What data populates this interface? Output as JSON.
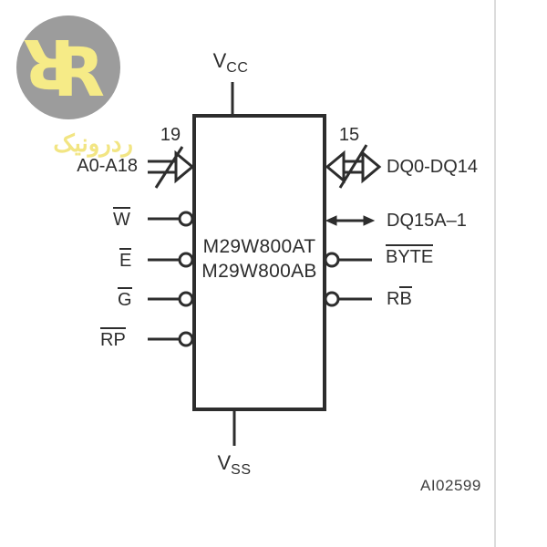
{
  "watermark": {
    "monogram_left": "R",
    "monogram_right": "R",
    "brand_text": "ردرونیک"
  },
  "diagram": {
    "chip": {
      "title_line1": "M29W800AT",
      "title_line2": "M29W800AB"
    },
    "power_top": {
      "letter": "V",
      "sub": "CC"
    },
    "power_bottom": {
      "letter": "V",
      "sub": "SS"
    },
    "left_pins": {
      "bus_count": "19",
      "bus_label": "A0-A18",
      "write_enable": "W",
      "chip_enable": "E",
      "output_enable": "G",
      "reset": "RP"
    },
    "right_pins": {
      "bus_count": "15",
      "bus_label": "DQ0-DQ14",
      "dq15_label": "DQ15A–1",
      "byte_label": "BYTE",
      "rb_prefix": "R",
      "rb_overlined": "B"
    },
    "figure_ref": "AI02599"
  },
  "colors": {
    "ink": "#2d2d2d",
    "logo_circle": "#9c9c9c",
    "logo_yellow": "#f6eb87",
    "page_edge": "#dcdcdc"
  }
}
